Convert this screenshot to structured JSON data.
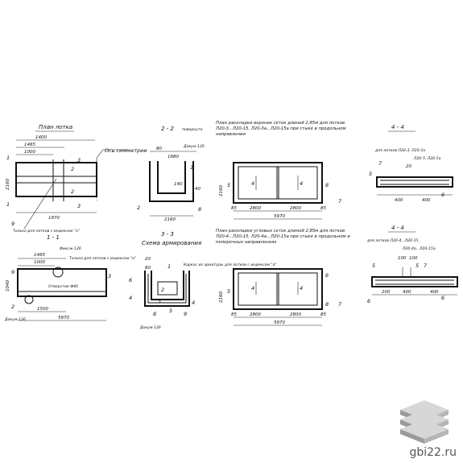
{
  "plan": {
    "title": "План лотка",
    "dims": [
      "1400",
      "1465",
      "1000",
      "1970"
    ],
    "sym": "Ось симметрии",
    "h": "2160",
    "note": "Только для лотков с индексом \"а\"",
    "m": [
      "1",
      "1",
      "2",
      "2",
      "3",
      "3",
      "9"
    ]
  },
  "s11": {
    "title": "1 - 1",
    "d1": "1465",
    "d2": "1000",
    "d3": "1500",
    "d4": "5970",
    "h": "1040",
    "emb": "Фиксж-126",
    "note": "Только для лотков с индексом \"а\"",
    "opening": "Отверстие Ф40",
    "dok": "Докум-126",
    "m": [
      "9",
      "2",
      "3"
    ]
  },
  "s22": {
    "title": "2 - 2",
    "sub": "повернуто",
    "dok": "Докум-126",
    "d": [
      "80",
      "1880",
      "140",
      "40",
      "2160"
    ],
    "m": [
      "1",
      "2",
      "8"
    ]
  },
  "s33": {
    "title": "3 - 3",
    "sub": "Схема армирования",
    "d": [
      "20",
      "60"
    ],
    "note": "Каркас из арматуры для лотков с индексом \"а\"",
    "dok": "Докум-126",
    "m": [
      "1",
      "6",
      "4",
      "2",
      "3",
      "5",
      "4",
      "8",
      "9"
    ]
  },
  "layout1": {
    "title": "План раскладки верхних сеток длиной 2,85м для лотков Л20-3...Л20-15, Л20-3а...Л20-15а при стыке в продольном направлении",
    "d": [
      "2800",
      "2800",
      "5970",
      "2160",
      "85",
      "85"
    ],
    "m": [
      "5",
      "4",
      "4",
      "8",
      "7"
    ]
  },
  "layout2": {
    "title": "План раскладки угловых сеток длиной 2,85м для лотков Л20-4...Л20-15, Л20-4а...Л20-15а при стыке в продольном и поперечных направлениях",
    "d": [
      "2800",
      "2800",
      "5970",
      "2160",
      "85",
      "85"
    ],
    "m": [
      "5",
      "4",
      "4",
      "6",
      "7",
      "8"
    ]
  },
  "s44a": {
    "title": "4 - 4",
    "sub": "для лотков Л20-3, Л20-3а",
    "sub2": "Л20-5, Л20-5а",
    "d": [
      "400",
      "400",
      "20"
    ],
    "m": [
      "7",
      "5",
      "6"
    ]
  },
  "s44b": {
    "title": "4 - 4",
    "sub": "для лотков Л20-4...Л20-15,",
    "sub2": "Л20-4а...Л20-15а",
    "d": [
      "200",
      "400",
      "400",
      "100",
      "100"
    ],
    "m": [
      "5",
      "5",
      "7",
      "6",
      "6"
    ]
  },
  "watermark": {
    "site": "gbi22.ru"
  },
  "colors": {
    "ink": "#111111",
    "paper": "#ffffff",
    "cube_light": "#d7d7d7",
    "cube_dark": "#9a9a9a"
  }
}
